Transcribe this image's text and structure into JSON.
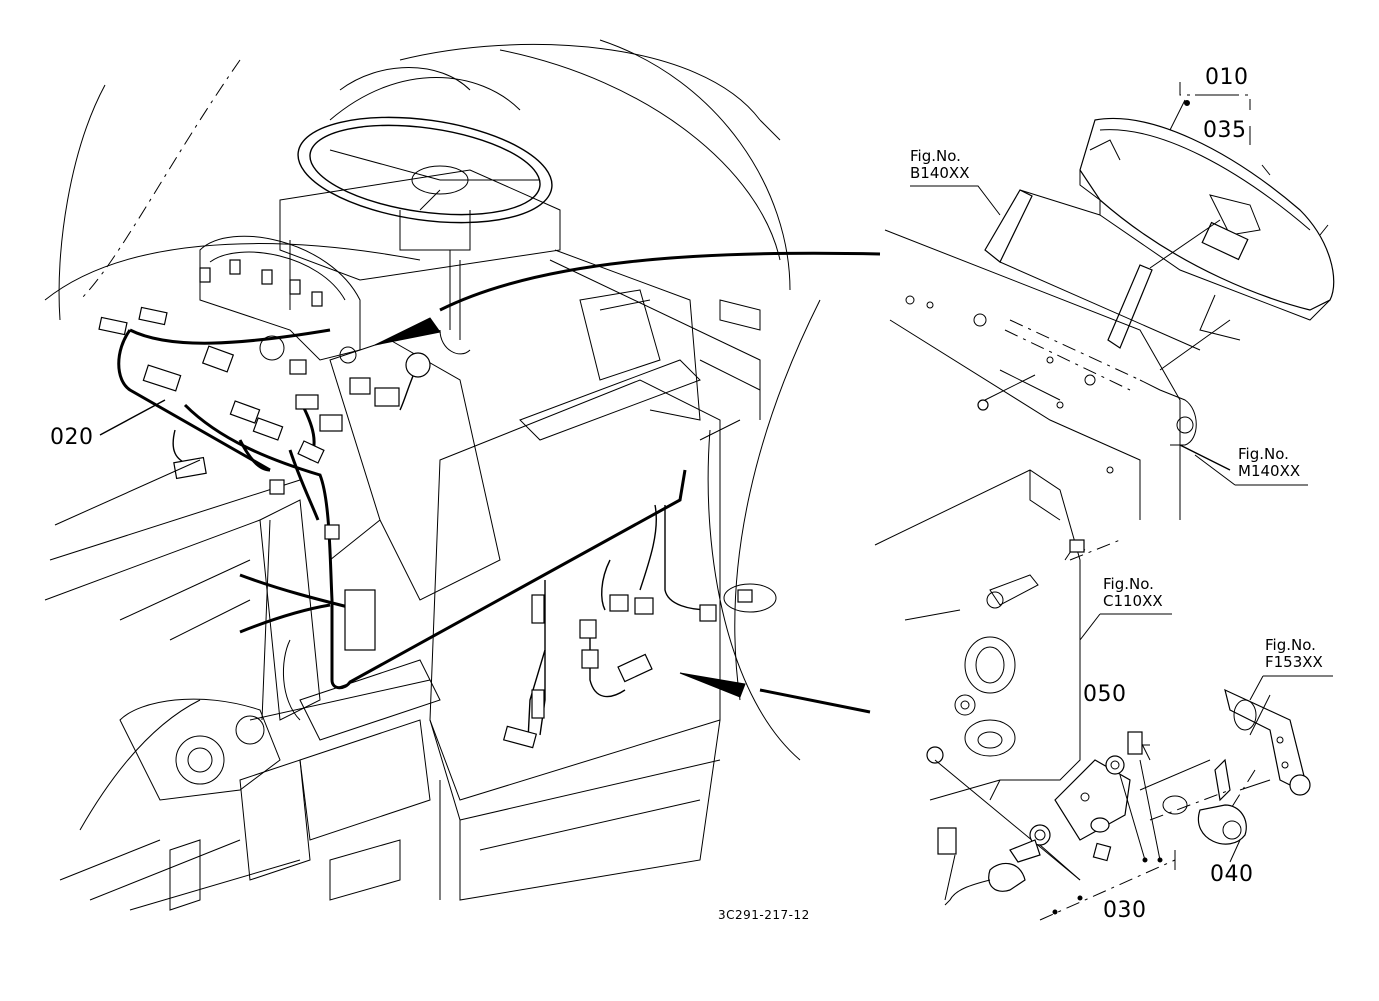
{
  "callouts": {
    "c010": "010",
    "c035": "035",
    "c020": "020",
    "c050": "050",
    "c030": "030",
    "c040": "040"
  },
  "figrefs": {
    "b140": {
      "line1": "Fig.No.",
      "line2": "B140XX"
    },
    "m140": {
      "line1": "Fig.No.",
      "line2": "M140XX"
    },
    "c110": {
      "line1": "Fig.No.",
      "line2": "C110XX"
    },
    "f153": {
      "line1": "Fig.No.",
      "line2": "F153XX"
    }
  },
  "drawing_code": "3C291-217-12"
}
